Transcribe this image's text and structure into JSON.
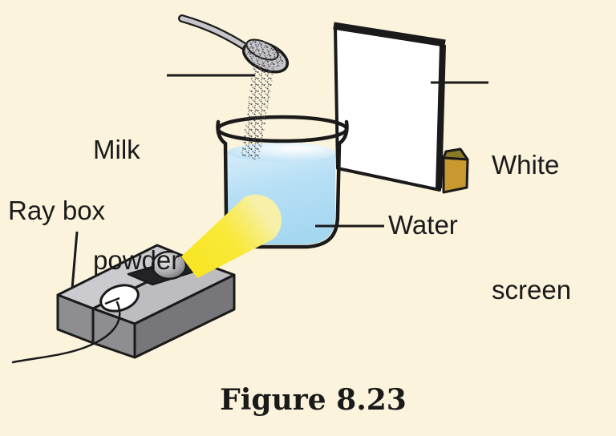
{
  "labels": {
    "milk_powder_line1": "Milk",
    "milk_powder_line2": "powder",
    "ray_box": "Ray box",
    "water": "Water",
    "white_screen_line1": "White",
    "white_screen_line2": "screen"
  },
  "caption": "Figure 8.23",
  "colors": {
    "background": "#FBF3DC",
    "outline": "#1A1A1A",
    "label_text": "#1A1A1A",
    "water_top": "#CFE9F8",
    "water_bottom": "#A6D7F1",
    "beam_yellow": "#F9E72E",
    "beam_tip": "#F6F0A8",
    "screen_white": "#FFFFFF",
    "stand_gold": "#C9992F",
    "stand_top_olive": "#8A7A28",
    "raybox_light_grey": "#CBCBCF",
    "raybox_slab_grey": "#BDBDC1",
    "raybox_mid_grey": "#8E8E92",
    "raybox_dark_grey": "#77777B",
    "raybox_recess": "#232325",
    "spoon_grey": "#C6C6CA"
  }
}
